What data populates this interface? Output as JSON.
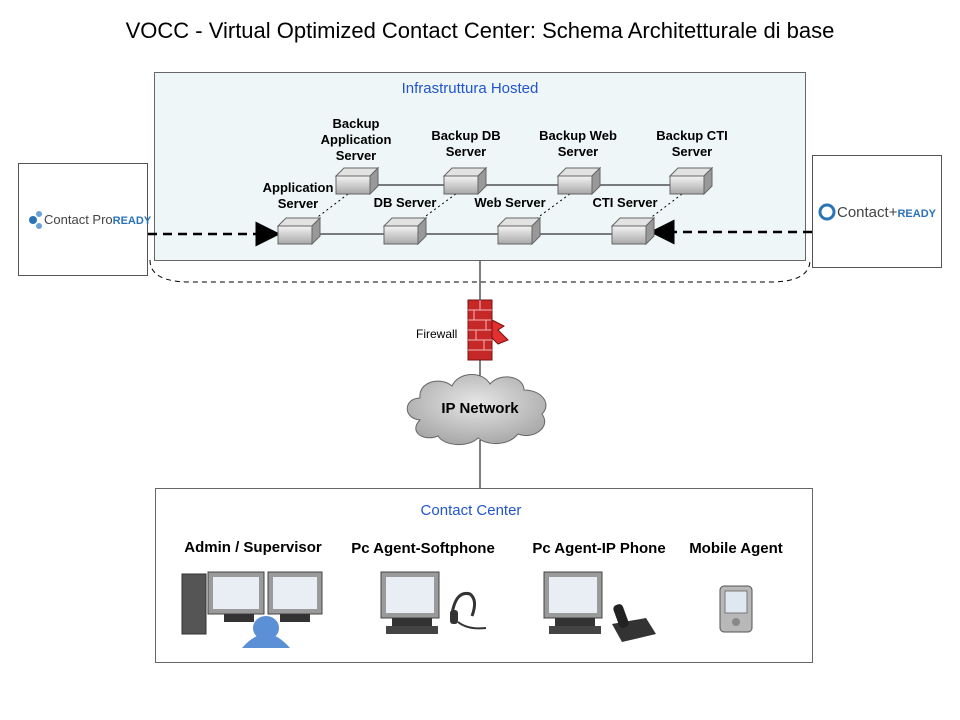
{
  "title": "VOCC - Virtual Optimized Contact Center: Schema Architetturale di base",
  "hosted": {
    "title": "Infrastruttura Hosted",
    "servers": {
      "backup_app": "Backup Application Server",
      "backup_db": "Backup DB Server",
      "backup_web": "Backup Web Server",
      "backup_cti": "Backup CTI Server",
      "app": "Application Server",
      "db": "DB Server",
      "web": "Web Server",
      "cti": "CTI Server"
    }
  },
  "logos": {
    "left": {
      "name": "Contact Pro",
      "suffix": "READY"
    },
    "right": {
      "name": "Contact+",
      "suffix": "READY"
    }
  },
  "firewall": "Firewall",
  "network": "IP Network",
  "contact_center": {
    "title": "Contact Center",
    "endpoints": {
      "admin": "Admin / Supervisor",
      "softphone": "Pc Agent-Softphone",
      "ipphone": "Pc Agent-IP Phone",
      "mobile": "Mobile Agent"
    }
  },
  "colors": {
    "accent": "#2255cc",
    "firewall": "#cc2222",
    "cloud": "#cccccc"
  }
}
